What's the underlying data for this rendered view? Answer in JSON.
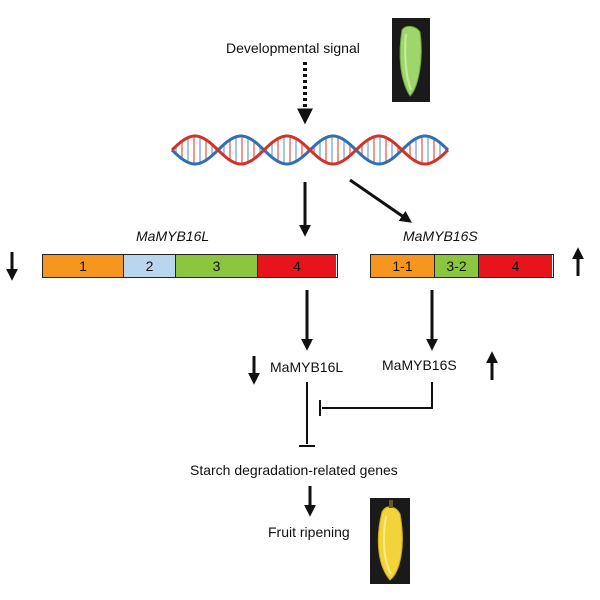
{
  "signal_label": "Developmental signal",
  "genes": {
    "long": {
      "name": "MaMYB16L",
      "segments": [
        {
          "label": "1",
          "color": "#f7961e"
        },
        {
          "label": "2",
          "color": "#b9d6ee"
        },
        {
          "label": "3",
          "color": "#8cc63f"
        },
        {
          "label": "4",
          "color": "#e8141b"
        }
      ],
      "expression": "down"
    },
    "short": {
      "name": "MaMYB16S",
      "segments": [
        {
          "label": "1-1",
          "color": "#f7961e"
        },
        {
          "label": "3-2",
          "color": "#8cc63f"
        },
        {
          "label": "4",
          "color": "#e8141b"
        }
      ],
      "expression": "up"
    }
  },
  "proteins": {
    "long": "MaMYB16L",
    "short": "MaMYB16S"
  },
  "target_label": "Starch degradation-related genes",
  "outcome_label": "Fruit ripening",
  "images": {
    "unripe": "green-banana",
    "ripe": "yellow-banana"
  },
  "colors": {
    "dna_strand_a": "#2f6fb5",
    "dna_strand_b": "#d1322a"
  }
}
